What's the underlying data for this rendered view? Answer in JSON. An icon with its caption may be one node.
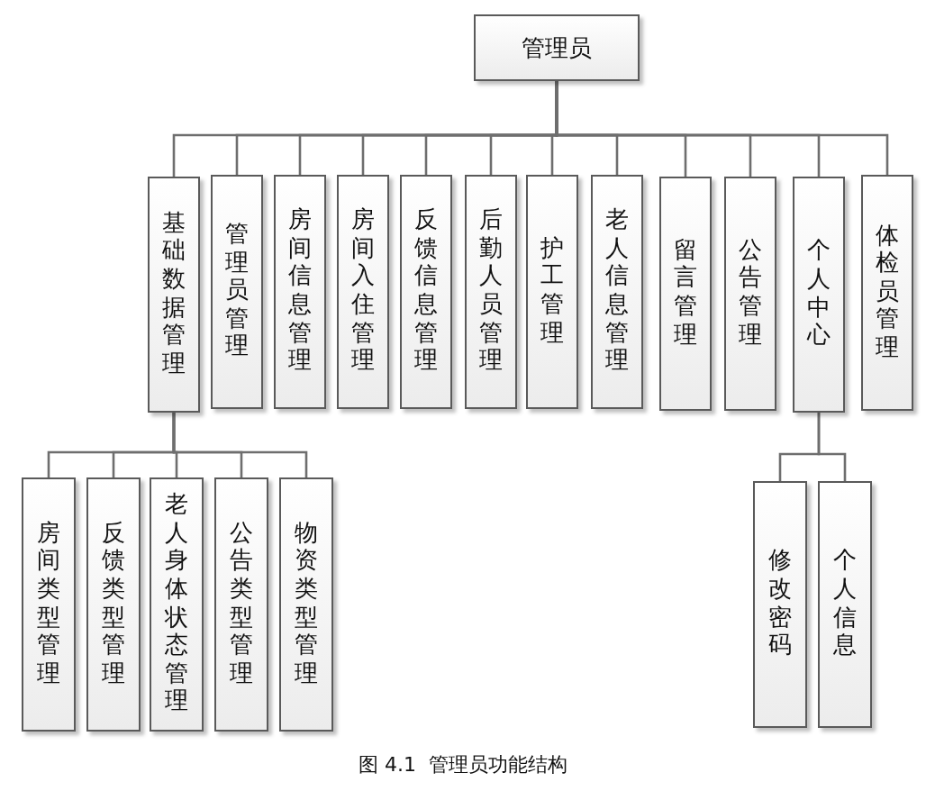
{
  "diagram": {
    "caption": "图 4.1  管理员功能结构",
    "nodes": [
      {
        "text": [
          "管理员"
        ]
      },
      {
        "text": [
          "基础数据管理"
        ]
      },
      {
        "text": [
          "管理员管理"
        ]
      },
      {
        "text": [
          "房间信息管理"
        ]
      },
      {
        "text": [
          "房间入住管理"
        ]
      },
      {
        "text": [
          "反馈信息管理"
        ]
      },
      {
        "text": [
          "后勤人员管理"
        ]
      },
      {
        "text": [
          "护工管理"
        ]
      },
      {
        "text": [
          "老人信息管理"
        ]
      },
      {
        "text": [
          "留言管理"
        ]
      },
      {
        "text": [
          "公告管理"
        ]
      },
      {
        "text": [
          "个人中心"
        ]
      },
      {
        "text": [
          "体检员管理"
        ]
      },
      {
        "text": [
          "房间类型管理"
        ]
      },
      {
        "text": [
          "反馈类型管理"
        ]
      },
      {
        "text": [
          "老人身体状态管理"
        ]
      },
      {
        "text": [
          "公告类型管理"
        ]
      },
      {
        "text": [
          "物资类型管理"
        ]
      },
      {
        "text": [
          "修改密码"
        ]
      },
      {
        "text": [
          "个人信息"
        ]
      }
    ],
    "edges": [
      {
        "from": 0,
        "to": 1,
        "arrow": "none"
      },
      {
        "from": 0,
        "to": 2,
        "arrow": "none"
      },
      {
        "from": 0,
        "to": 3,
        "arrow": "none"
      },
      {
        "from": 0,
        "to": 4,
        "arrow": "none"
      },
      {
        "from": 0,
        "to": 5,
        "arrow": "none"
      },
      {
        "from": 0,
        "to": 6,
        "arrow": "none"
      },
      {
        "from": 0,
        "to": 7,
        "arrow": "none"
      },
      {
        "from": 0,
        "to": 8,
        "arrow": "none"
      },
      {
        "from": 0,
        "to": 9,
        "arrow": "none"
      },
      {
        "from": 0,
        "to": 10,
        "arrow": "none"
      },
      {
        "from": 0,
        "to": 11,
        "arrow": "none"
      },
      {
        "from": 0,
        "to": 12,
        "arrow": "none"
      },
      {
        "from": 1,
        "to": 13,
        "arrow": "none"
      },
      {
        "from": 1,
        "to": 14,
        "arrow": "none"
      },
      {
        "from": 1,
        "to": 15,
        "arrow": "none"
      },
      {
        "from": 1,
        "to": 16,
        "arrow": "none"
      },
      {
        "from": 1,
        "to": 17,
        "arrow": "none"
      },
      {
        "from": 11,
        "to": 18,
        "arrow": "none"
      },
      {
        "from": 11,
        "to": 19,
        "arrow": "none"
      }
    ]
  }
}
